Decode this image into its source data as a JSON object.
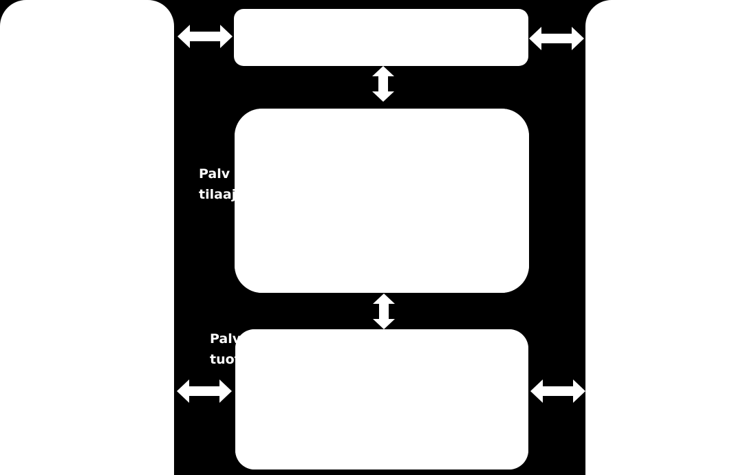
{
  "labels": {
    "orderer_line1": "Palv",
    "orderer_line2": "tilaaj",
    "producer_line1": "Palv",
    "producer_line2": "tuot"
  },
  "colors": {
    "background": "#000000",
    "shapes": "#ffffff"
  }
}
